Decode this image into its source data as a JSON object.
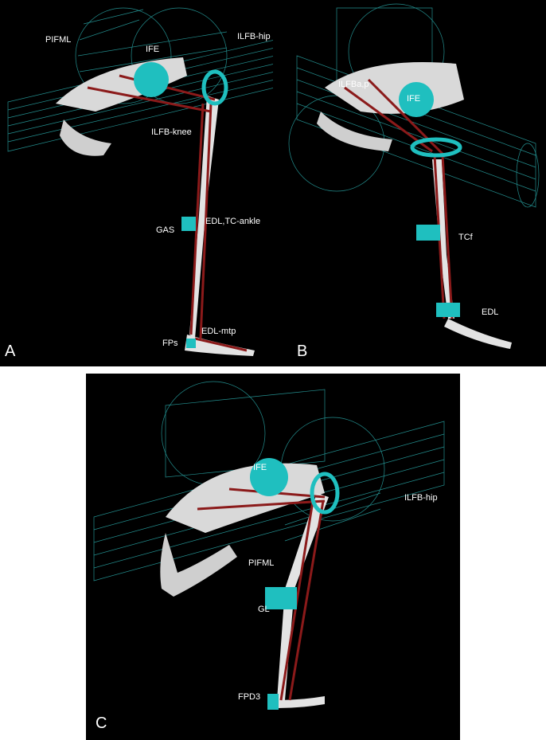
{
  "panels": {
    "a": {
      "letter": "A",
      "labels": {
        "pifml": "PIFML",
        "ife": "IFE",
        "ilfb_hip": "ILFB-hip",
        "ilfb_knee": "ILFB-knee",
        "gas": "GAS",
        "edl_tc_ankle": "EDL,TC-ankle",
        "edl_mtp": "EDL-mtp",
        "fps": "FPs"
      }
    },
    "b": {
      "letter": "B",
      "labels": {
        "ilfb_ap": "ILFBa,p",
        "ife": "IFE",
        "tcf": "TCf",
        "edl": "EDL"
      }
    },
    "c": {
      "letter": "C",
      "labels": {
        "ife": "IFE",
        "ilfb_hip": "ILFB-hip",
        "pifml": "PIFML",
        "gl": "GL",
        "fpd3": "FPD3"
      }
    }
  },
  "colors": {
    "background": "#000000",
    "bone": "#d9d9d9",
    "muscle": "#8b1a1a",
    "joint": "#1fbfbf",
    "cylinder": "#2aa8a8"
  }
}
